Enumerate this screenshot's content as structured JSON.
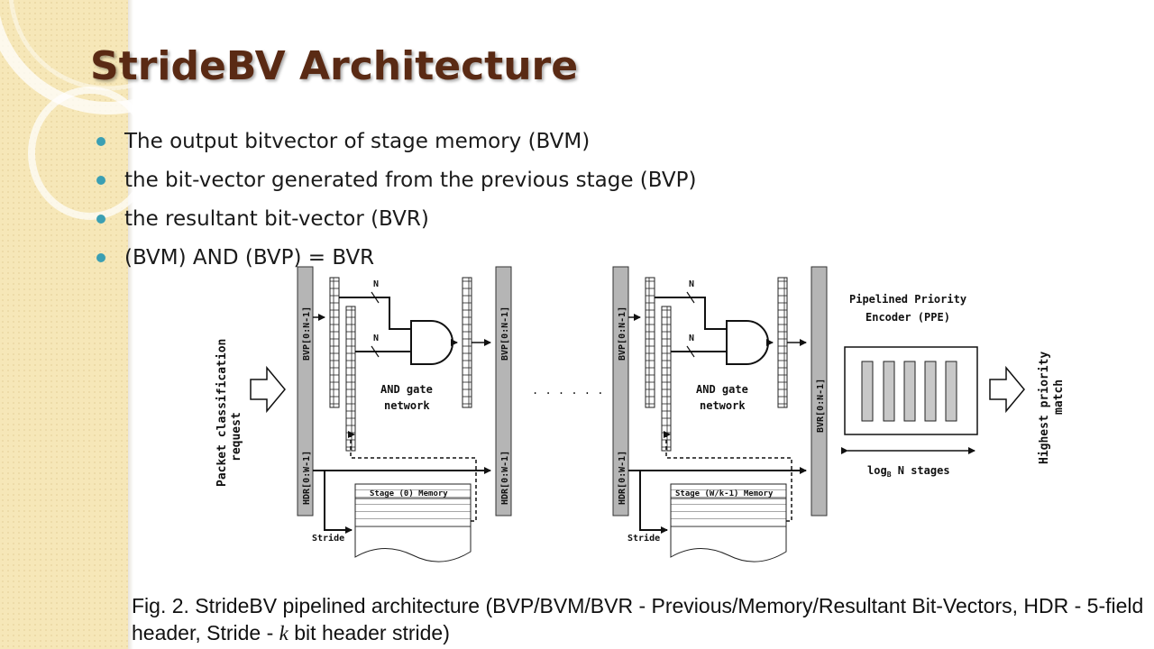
{
  "slide": {
    "title": "StrideBV Architecture",
    "bullets": [
      "The output bitvector of stage memory (BVM)",
      "the bit-vector generated from the previous stage (BVP)",
      "the resultant bit-vector (BVR)",
      "(BVM) AND (BVP) = BVR"
    ],
    "colors": {
      "title": "#5a2a14",
      "bullet": "#3b9fb3",
      "strip": "#f6e7b8"
    }
  },
  "diagram": {
    "input_label": [
      "Packet classification",
      "request"
    ],
    "bvp_label": "BVP[0:N-1]",
    "hdr_label": "HDR[0:W-1]",
    "bvr_label": "BVR[0:N-1]",
    "bus_width": "N",
    "and_gate_label": [
      "AND gate",
      "network"
    ],
    "ellipsis": ". . . . . .",
    "stage0_memory": "Stage (0) Memory",
    "stageN_memory": "Stage (W/k-1) Memory",
    "stride_label": "Stride",
    "ppe_title": [
      "Pipelined Priority",
      "Encoder (PPE)"
    ],
    "ppe_stages": "log",
    "ppe_stages_sub": "B",
    "ppe_stages_tail": " N stages",
    "output_label": [
      "Highest priority",
      "match"
    ]
  },
  "caption": {
    "line1": "Fig. 2.  StrideBV pipelined architecture (BVP/BVM/BVR - Previous/Memory/Resultant Bit-Vectors, HDR - 5-field",
    "line2_start": "header, Stride - ",
    "line2_k": "k",
    "line2_end": " bit header stride)"
  }
}
